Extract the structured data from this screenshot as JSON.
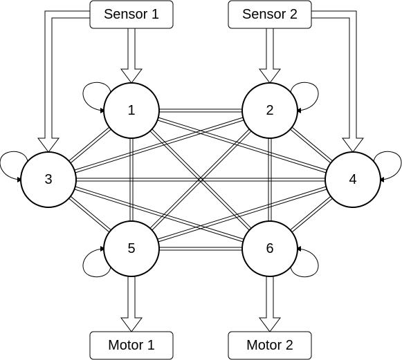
{
  "colors": {
    "stroke": "#000000",
    "fill": "#ffffff"
  },
  "sensors": [
    {
      "id": "s1",
      "label": "Sensor 1"
    },
    {
      "id": "s2",
      "label": "Sensor 2"
    }
  ],
  "motors": [
    {
      "id": "m1",
      "label": "Motor 1"
    },
    {
      "id": "m2",
      "label": "Motor 2"
    }
  ],
  "neurons": [
    {
      "id": "n1",
      "label": "1"
    },
    {
      "id": "n2",
      "label": "2"
    },
    {
      "id": "n3",
      "label": "3"
    },
    {
      "id": "n4",
      "label": "4"
    },
    {
      "id": "n5",
      "label": "5"
    },
    {
      "id": "n6",
      "label": "6"
    }
  ],
  "connections": {
    "fully_connected_neurons": true,
    "self_loops": [
      "n1",
      "n2",
      "n3",
      "n4",
      "n5",
      "n6"
    ],
    "sensor_inputs": [
      {
        "from": "s1",
        "to": [
          "n1",
          "n3"
        ]
      },
      {
        "from": "s2",
        "to": [
          "n2",
          "n4"
        ]
      }
    ],
    "motor_outputs": [
      {
        "from": "n5",
        "to": "m1"
      },
      {
        "from": "n6",
        "to": "m2"
      }
    ]
  }
}
